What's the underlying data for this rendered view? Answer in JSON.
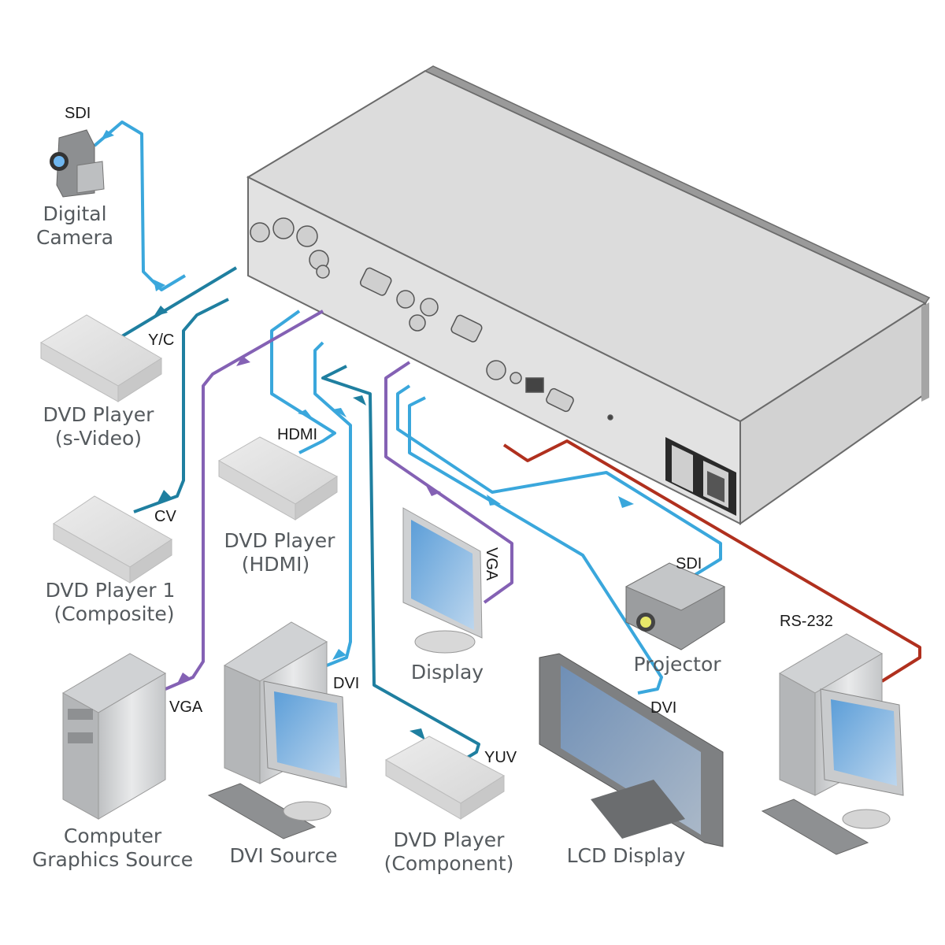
{
  "title": "Multi-format scaler connection diagram",
  "colors": {
    "sdi": "#3aa7dc",
    "dvi": "#3aa7dc",
    "hdmi": "#3aa7dc",
    "analog": "#1f7fa0",
    "vga": "#8461b4",
    "rs232": "#b0301e"
  },
  "devices": {
    "camera": {
      "line1": "Digital",
      "line2": "Camera"
    },
    "dvd_svideo": {
      "line1": "DVD Player",
      "line2": "(s-Video)"
    },
    "dvd_composite": {
      "line1": "DVD Player 1",
      "line2": "(Composite)"
    },
    "dvd_hdmi": {
      "line1": "DVD Player",
      "line2": "(HDMI)"
    },
    "cg_source": {
      "line1": "Computer",
      "line2": "Graphics Source"
    },
    "dvi_source": {
      "line1": "DVI Source"
    },
    "dvd_component": {
      "line1": "DVD Player",
      "line2": "(Component)"
    },
    "display": {
      "line1": "Display"
    },
    "lcd": {
      "line1": "LCD Display"
    },
    "projector": {
      "line1": "Projector"
    }
  },
  "cables": {
    "sdi_in": "SDI",
    "yc": "Y/C",
    "cv": "CV",
    "hdmi": "HDMI",
    "vga_in": "VGA",
    "dvi_in": "DVI",
    "yuv": "YUV",
    "vga_out": "VGA",
    "sdi_out": "SDI",
    "dvi_out": "DVI",
    "rs232": "RS-232"
  }
}
